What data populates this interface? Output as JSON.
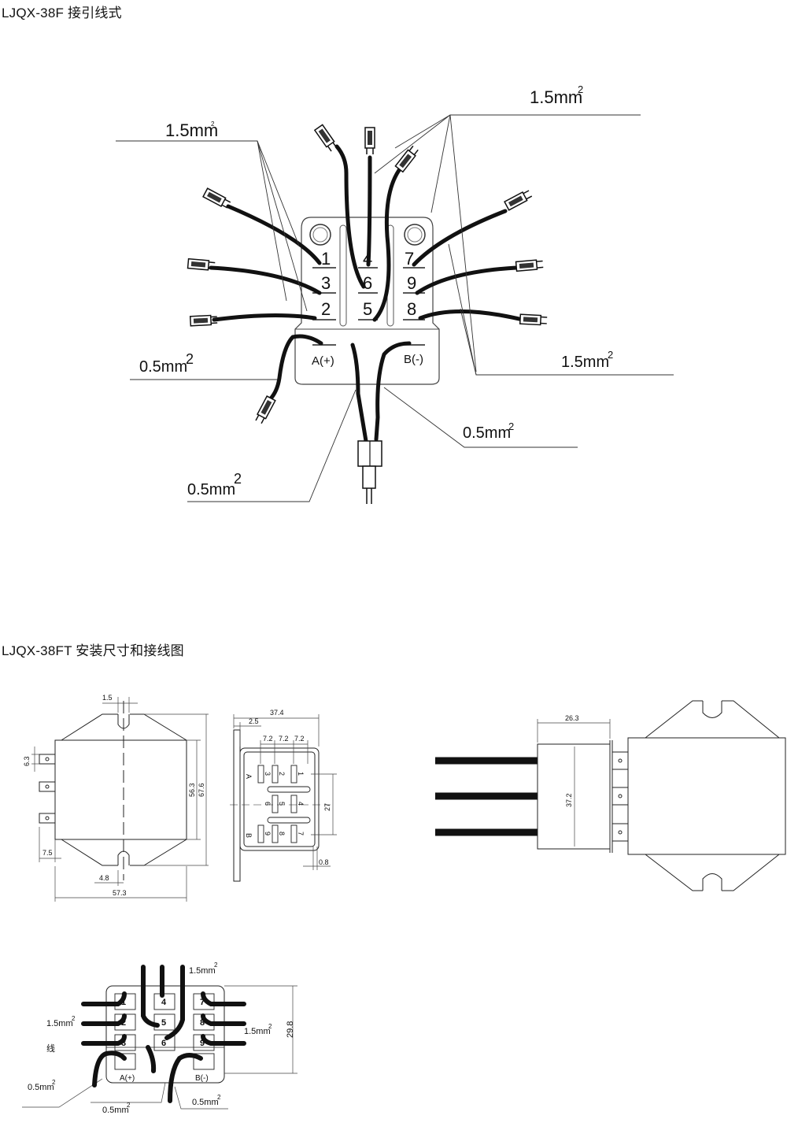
{
  "headings": {
    "top": "LJQX-38F 接引线式",
    "bottom": "LJQX-38FT 安装尺寸和接线图"
  },
  "top_diagram": {
    "terminals": [
      "1",
      "4",
      "7",
      "3",
      "6",
      "9",
      "2",
      "5",
      "8",
      "A(+)",
      "B(-)"
    ],
    "wire_labels": {
      "left_large": "1.5mm",
      "top_right_large": "1.5mm",
      "right_large": "1.5mm",
      "left_small": "0.5mm",
      "bottom_right_small": "0.5mm",
      "bottom_left_small": "0.5mm",
      "superscript": "2"
    }
  },
  "dimensions": {
    "front": {
      "slot": "1.5",
      "tab_offset": "6.3",
      "inner_height": "56.3",
      "outer_height": "67.6",
      "bottom_offset": "7.5",
      "hole_offset": "4.8",
      "width": "57.3"
    },
    "side": {
      "depth": "37.4",
      "plate": "2.5",
      "pitch_1": "7.2",
      "pitch_2": "7.2",
      "pitch_3": "7.2",
      "span": "27",
      "tab": "0.8",
      "rows_left": [
        "A",
        "3",
        "2",
        "1"
      ],
      "rows_mid": [
        "6",
        "5",
        "4"
      ],
      "rows_right": [
        "B",
        "9",
        "8",
        "7"
      ]
    },
    "right_view": {
      "depth": "26.3",
      "height": "37.2"
    }
  },
  "bottom_wiring": {
    "terminals": [
      "1",
      "4",
      "7",
      "2",
      "5",
      "8",
      "3",
      "6",
      "9",
      "A(+)",
      "B(-)"
    ],
    "height": "29.8",
    "label_top": "1.5mm",
    "label_left": "1.5mm",
    "label_right": "1.5mm",
    "label_line": "线",
    "label_bottom_left": "0.5mm",
    "label_bottom_mid": "0.5mm",
    "label_bottom_right": "0.5mm",
    "superscript": "2"
  }
}
